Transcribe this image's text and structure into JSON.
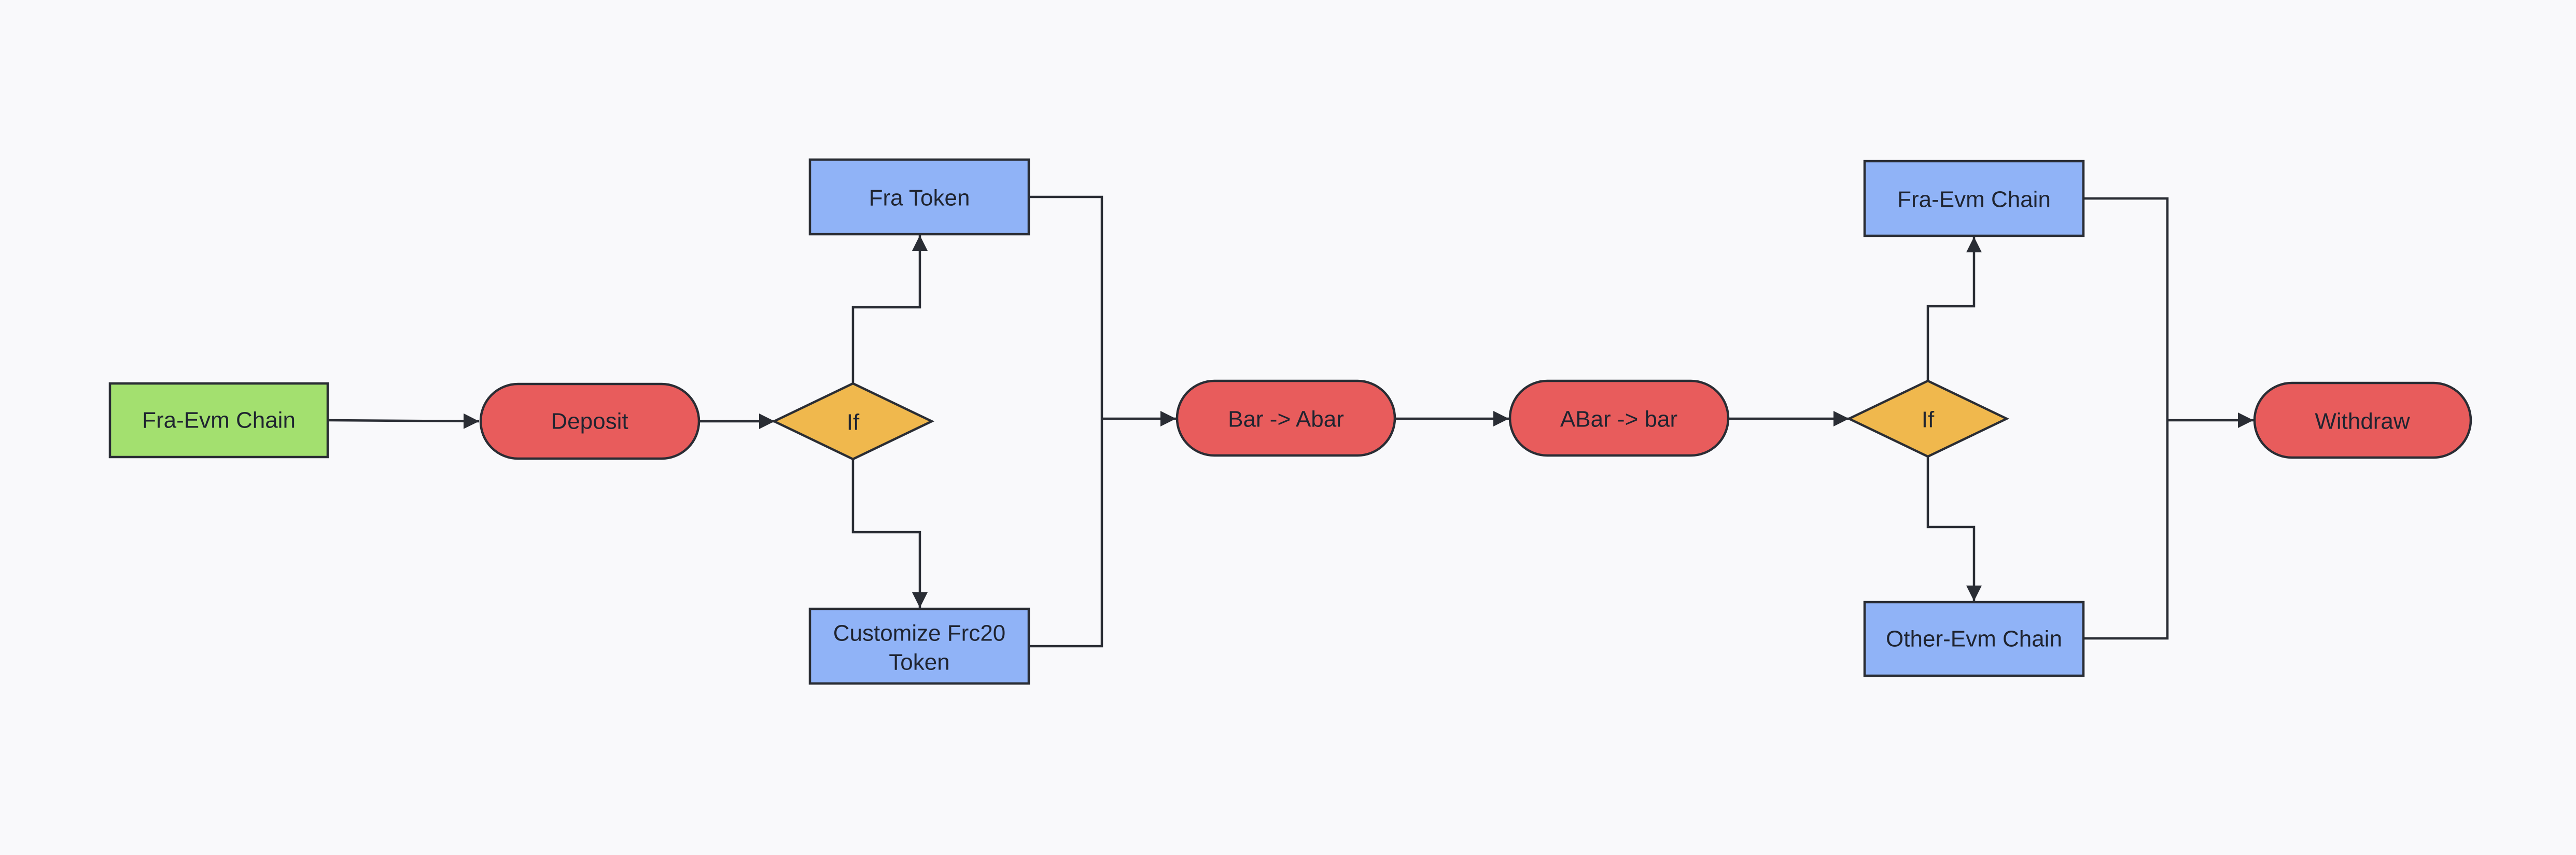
{
  "diagram": {
    "colors": {
      "start": "#a3e06f",
      "process": "#e85c5c",
      "decision": "#f0b84d",
      "token": "#90b3f7",
      "stroke": "#2a2d34",
      "background": "#f9f9fb"
    },
    "nodes": {
      "fra_evm_chain_start": "Fra-Evm Chain",
      "deposit": "Deposit",
      "if_1": "If",
      "fra_token": "Fra Token",
      "customize_frc20_line1": "Customize Frc20",
      "customize_frc20_line2": "Token",
      "bar_to_abar": "Bar -> Abar",
      "abar_to_bar": "ABar -> bar",
      "if_2": "If",
      "fra_evm_chain_dest": "Fra-Evm Chain",
      "other_evm_chain": "Other-Evm Chain",
      "withdraw": "Withdraw"
    },
    "edges": [
      {
        "from": "fra_evm_chain_start",
        "to": "deposit"
      },
      {
        "from": "deposit",
        "to": "if_1"
      },
      {
        "from": "if_1",
        "to": "fra_token"
      },
      {
        "from": "if_1",
        "to": "customize_frc20"
      },
      {
        "from": "fra_token",
        "to": "bar_to_abar"
      },
      {
        "from": "customize_frc20",
        "to": "bar_to_abar"
      },
      {
        "from": "bar_to_abar",
        "to": "abar_to_bar"
      },
      {
        "from": "abar_to_bar",
        "to": "if_2"
      },
      {
        "from": "if_2",
        "to": "fra_evm_chain_dest"
      },
      {
        "from": "if_2",
        "to": "other_evm_chain"
      },
      {
        "from": "fra_evm_chain_dest",
        "to": "withdraw"
      },
      {
        "from": "other_evm_chain",
        "to": "withdraw"
      }
    ]
  }
}
